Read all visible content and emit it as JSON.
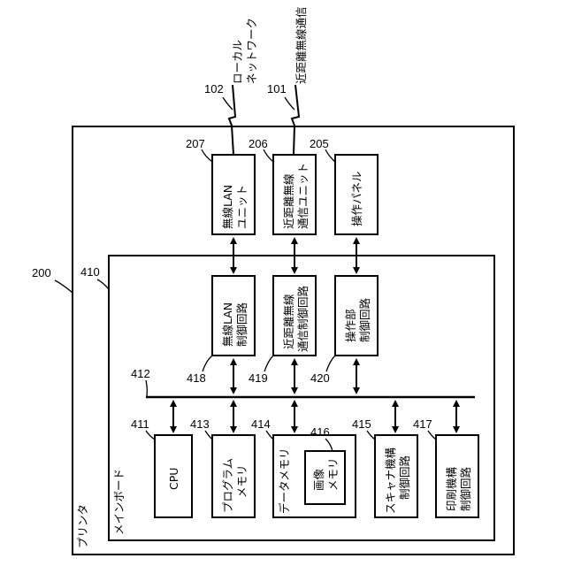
{
  "printer": {
    "ref": "200",
    "label": "プリンタ"
  },
  "mainboard": {
    "ref": "410",
    "label": "メインボード"
  },
  "bus": {
    "ref": "412"
  },
  "network": {
    "local": {
      "ref": "102",
      "label_line1": "ローカル",
      "label_line2": "ネットワーク"
    },
    "nfc": {
      "ref": "101",
      "label": "近距離無線通信"
    }
  },
  "units": {
    "wlan_unit": {
      "ref": "207",
      "line1": "無線LAN",
      "line2": "ユニット"
    },
    "nfc_unit": {
      "ref": "206",
      "line1": "近距離無線",
      "line2": "通信ユニット"
    },
    "panel": {
      "ref": "205",
      "line1": "操作パネル"
    }
  },
  "controllers": {
    "wlan_ctrl": {
      "ref": "418",
      "line1": "無線LAN",
      "line2": "制御回路"
    },
    "nfc_ctrl": {
      "ref": "419",
      "line1": "近距離無線",
      "line2": "通信制御回路"
    },
    "panel_ctrl": {
      "ref": "420",
      "line1": "操作部",
      "line2": "制御回路"
    }
  },
  "blocks": {
    "cpu": {
      "ref": "411",
      "line1": "CPU"
    },
    "program_memory": {
      "ref": "413",
      "line1": "プログラム",
      "line2": "メモリ"
    },
    "data_memory": {
      "ref": "414",
      "line1": "データメモリ"
    },
    "image_memory": {
      "ref": "416",
      "line1": "画像",
      "line2": "メモリ"
    },
    "scanner_ctrl": {
      "ref": "415",
      "line1": "スキャナ機構",
      "line2": "制御回路"
    },
    "print_ctrl": {
      "ref": "417",
      "line1": "印刷機構",
      "line2": "制御回路"
    }
  }
}
